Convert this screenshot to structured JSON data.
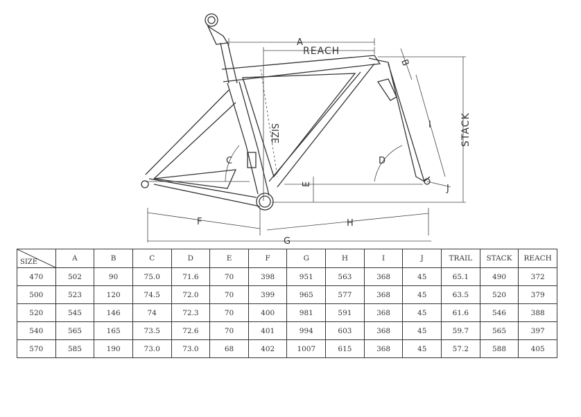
{
  "diagram": {
    "labels": {
      "a": "A",
      "reach": "REACH",
      "b": "B",
      "stack": "STACK",
      "size": "SIZE",
      "i": "I",
      "c": "C",
      "d": "D",
      "e": "E",
      "j": "J",
      "f": "F",
      "h": "H",
      "g": "G"
    }
  },
  "table": {
    "headers": [
      "SIZE",
      "A",
      "B",
      "C",
      "D",
      "E",
      "F",
      "G",
      "H",
      "I",
      "J",
      "TRAIL",
      "STACK",
      "REACH"
    ],
    "rows": [
      [
        "470",
        "502",
        "90",
        "75.0",
        "71.6",
        "70",
        "398",
        "951",
        "563",
        "368",
        "45",
        "65.1",
        "490",
        "372"
      ],
      [
        "500",
        "523",
        "120",
        "74.5",
        "72.0",
        "70",
        "399",
        "965",
        "577",
        "368",
        "45",
        "63.5",
        "520",
        "379"
      ],
      [
        "520",
        "545",
        "146",
        "74",
        "72.3",
        "70",
        "400",
        "981",
        "591",
        "368",
        "45",
        "61.6",
        "546",
        "388"
      ],
      [
        "540",
        "565",
        "165",
        "73.5",
        "72.6",
        "70",
        "401",
        "994",
        "603",
        "368",
        "45",
        "59.7",
        "565",
        "397"
      ],
      [
        "570",
        "585",
        "190",
        "73.0",
        "73.0",
        "68",
        "402",
        "1007",
        "615",
        "368",
        "45",
        "57.2",
        "588",
        "405"
      ]
    ]
  }
}
